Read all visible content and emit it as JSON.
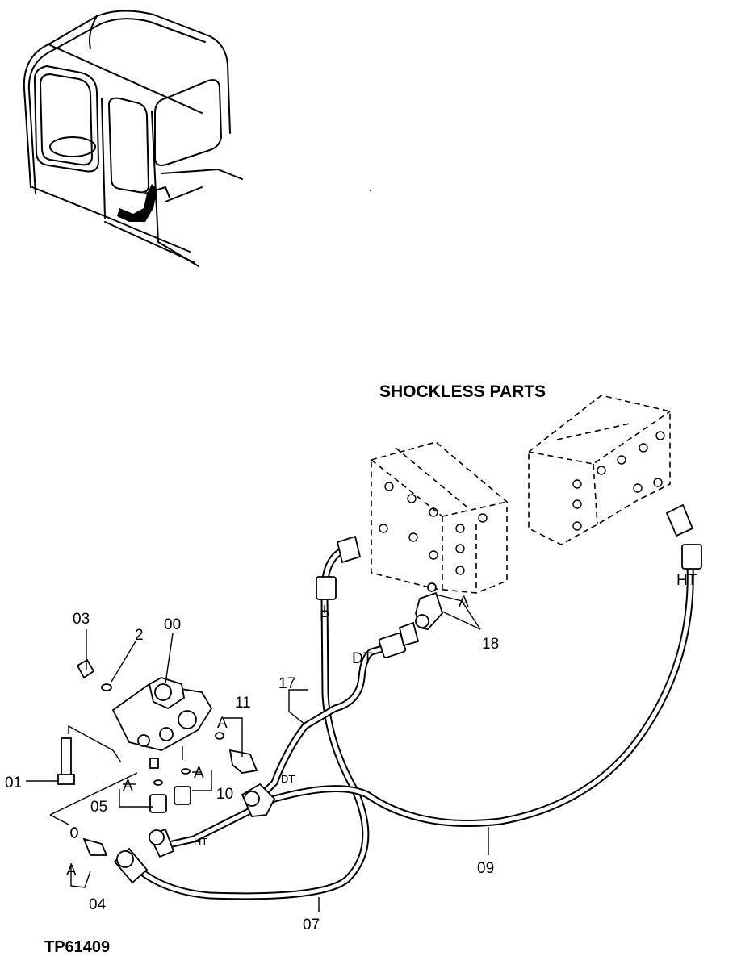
{
  "diagram": {
    "heading": "SHOCKLESS PARTS",
    "figure_number": "TP61409",
    "callouts": {
      "c00": "00",
      "c01": "01",
      "c02": "2",
      "c03": "03",
      "c04": "04",
      "c05": "05",
      "c07": "07",
      "c09": "09",
      "c10": "10",
      "c11": "11",
      "c17": "17",
      "c18": "18"
    },
    "port_a": "A",
    "hose_labels": {
      "p": "P",
      "dt_upper": "DT",
      "dt_lower": "DT",
      "ht_right": "HT",
      "ht_lower": "HT"
    }
  }
}
